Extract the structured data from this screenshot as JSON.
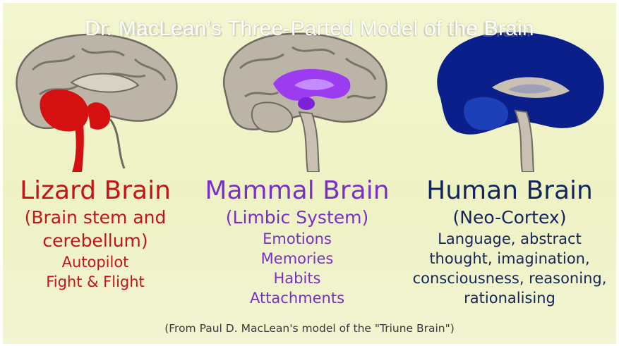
{
  "slide": {
    "title": "Dr. MacLean’s Three-Parted Model of the Brain",
    "source": "(From Paul D. MacLean's model of the \"Triune Brain\")"
  },
  "colors": {
    "lizard": "#c3141a",
    "mammal": "#7a2fc7",
    "human": "#13255c",
    "brain_gray": "#bdb4a8",
    "limbic_fill": "#9b3cf0",
    "neocortex_fill": "#0a1f8a"
  },
  "columns": [
    {
      "name": "Lizard Brain",
      "subtitle_line1": "(Brain stem and",
      "subtitle_line2": "cerebellum)",
      "items": [
        "Autopilot",
        "Fight & Flight"
      ]
    },
    {
      "name": "Mammal Brain",
      "subtitle_line1": "(Limbic System)",
      "items": [
        "Emotions",
        "Memories",
        "Habits",
        "Attachments"
      ]
    },
    {
      "name": "Human Brain",
      "subtitle_line1": "(Neo-Cortex)",
      "items": [
        "Language, abstract",
        "thought, imagination,",
        "consciousness, reasoning,",
        "rationalising"
      ]
    }
  ]
}
